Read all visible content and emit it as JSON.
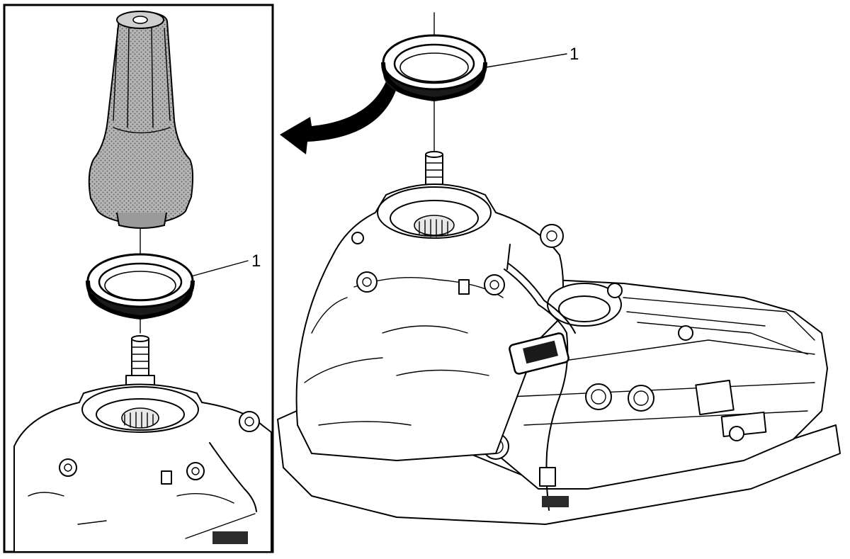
{
  "callouts": {
    "main_label": "1",
    "inset_label": "1"
  },
  "parts": {
    "item_1": "seal"
  },
  "colors": {
    "line": "#000000",
    "background": "#ffffff",
    "tool_fill": "#a8a8a8",
    "seal_fill": "#1a1a1a"
  }
}
